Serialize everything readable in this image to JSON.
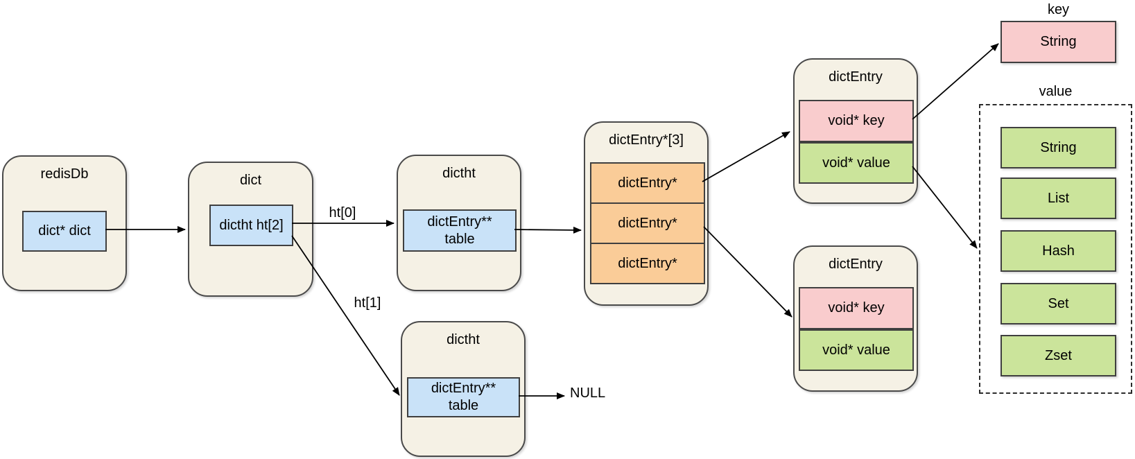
{
  "diagram": {
    "colors": {
      "canvas_bg": "#FFFFFF",
      "container_fill": "#F5F1E5",
      "container_border": "#4A4A4A",
      "box_border": "#3F3F3F",
      "blue_fill": "#C9E2F8",
      "orange_fill": "#FACC98",
      "pink_fill": "#F9CCCD",
      "green_fill": "#CBE49B",
      "arrow_color": "#000000"
    },
    "nodes": {
      "redisdb": {
        "title": "redisDb",
        "field": "dict* dict"
      },
      "dict": {
        "title": "dict",
        "field": "dictht ht[2]"
      },
      "dictht_top": {
        "title": "dictht",
        "field_line1": "dictEntry**",
        "field_line2": "table"
      },
      "dictht_bottom": {
        "title": "dictht",
        "field_line1": "dictEntry**",
        "field_line2": "table"
      },
      "entry_array": {
        "title": "dictEntry*[3]",
        "cells": [
          "dictEntry*",
          "dictEntry*",
          "dictEntry*"
        ]
      },
      "dict_entry_top": {
        "title": "dictEntry",
        "key_field": "void* key",
        "value_field": "void* value"
      },
      "dict_entry_bottom": {
        "title": "dictEntry",
        "key_field": "void* key",
        "value_field": "void* value"
      },
      "key_group": {
        "label": "key",
        "box": "String"
      },
      "value_group": {
        "label": "value",
        "items": [
          "String",
          "List",
          "Hash",
          "Set",
          "Zset"
        ]
      }
    },
    "edge_labels": {
      "ht0": "ht[0]",
      "ht1": "ht[1]",
      "null_text": "NULL"
    }
  }
}
